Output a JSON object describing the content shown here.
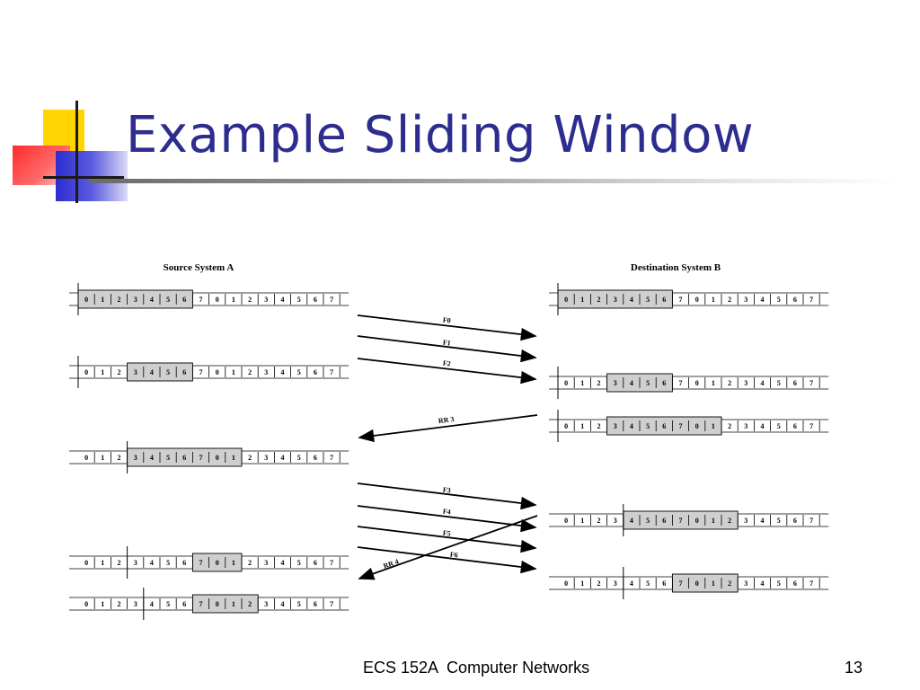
{
  "slide": {
    "title": "Example Sliding Window",
    "footer": "ECS 152A  Computer Networks",
    "page_number": "13",
    "colors": {
      "title": "#2d2d8f",
      "window_fill": "#cfcfcf",
      "logo_yellow": "#ffd400",
      "logo_red": "#ff3030",
      "logo_blue": "#2d2dcf"
    }
  },
  "diagram": {
    "source_label": "Source System A",
    "destination_label": "Destination System B",
    "sequence": [
      "0",
      "1",
      "2",
      "3",
      "4",
      "5",
      "6",
      "7",
      "0",
      "1",
      "2",
      "3",
      "4",
      "5",
      "6",
      "7"
    ],
    "source_rows": [
      {
        "window_start": 0,
        "window_size": 7,
        "marker_before": 0
      },
      {
        "window_start": 3,
        "window_size": 4,
        "marker_before": 0
      },
      {
        "window_start": 3,
        "window_size": 7,
        "marker_before": 3
      },
      {
        "window_start": 7,
        "window_size": 3,
        "marker_before": 3
      },
      {
        "window_start": 7,
        "window_size": 4,
        "marker_before": 4
      }
    ],
    "destination_rows": [
      {
        "window_start": 0,
        "window_size": 7,
        "marker_before": 0
      },
      {
        "window_start": 3,
        "window_size": 4,
        "marker_before": 0
      },
      {
        "window_start": 3,
        "window_size": 7,
        "marker_before": 0
      },
      {
        "window_start": 4,
        "window_size": 7,
        "marker_before": 4
      },
      {
        "window_start": 7,
        "window_size": 4,
        "marker_before": 4
      }
    ],
    "messages": [
      {
        "label": "F0",
        "direction": "A→B"
      },
      {
        "label": "F1",
        "direction": "A→B"
      },
      {
        "label": "F2",
        "direction": "A→B"
      },
      {
        "label": "RR 3",
        "direction": "B→A"
      },
      {
        "label": "F3",
        "direction": "A→B"
      },
      {
        "label": "F4",
        "direction": "A→B"
      },
      {
        "label": "F5",
        "direction": "A→B"
      },
      {
        "label": "F6",
        "direction": "A→B"
      },
      {
        "label": "RR 4",
        "direction": "B→A"
      }
    ]
  }
}
